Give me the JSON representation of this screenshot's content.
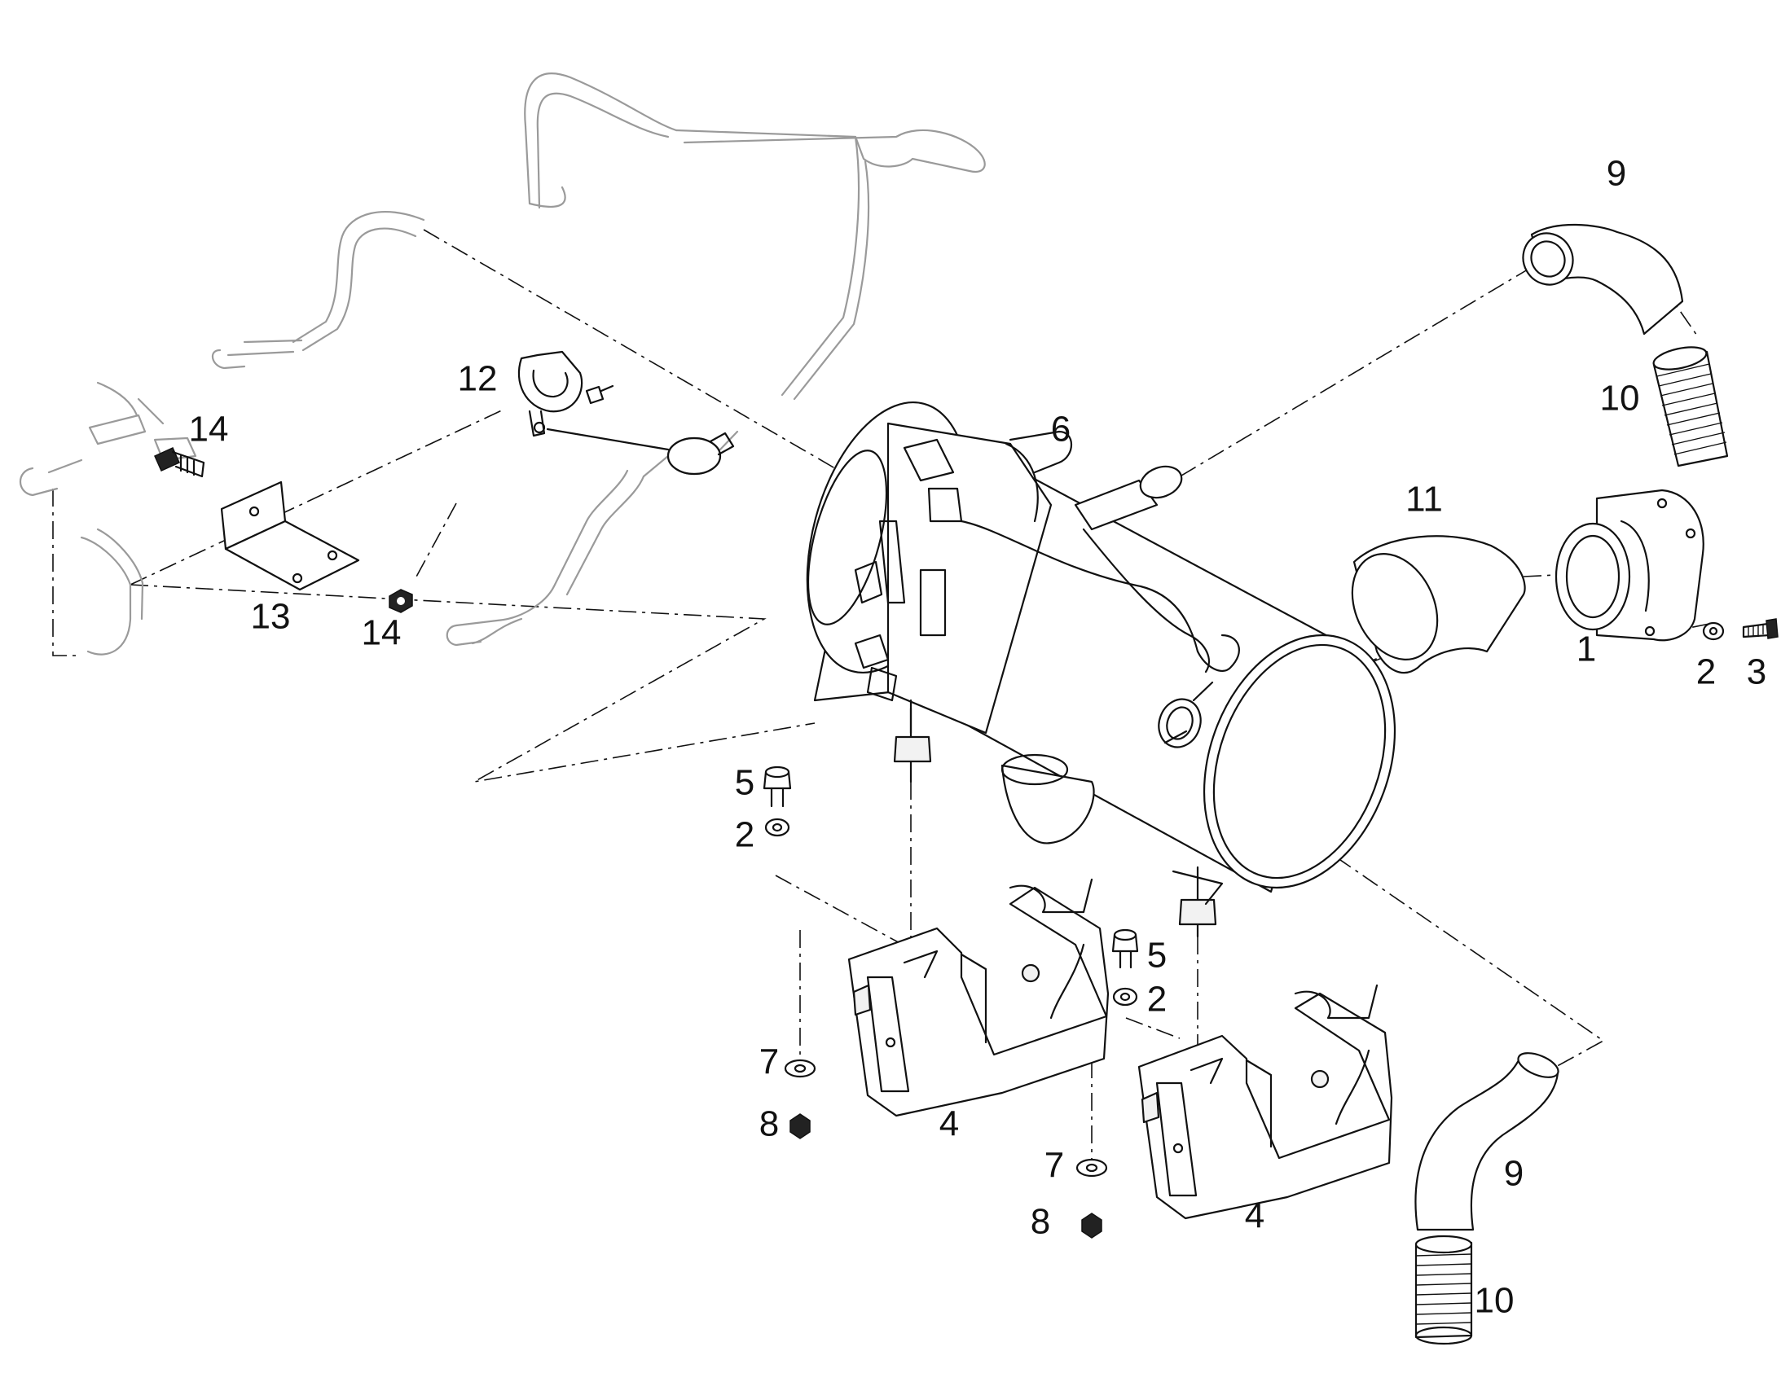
{
  "colors": {
    "line": "#111111",
    "ghost_line": "#9a9a9a",
    "background": "#ffffff"
  },
  "callouts": {
    "c1": "1",
    "c2a": "2",
    "c2b": "2",
    "c2c": "2",
    "c3": "3",
    "c4a": "4",
    "c4b": "4",
    "c5a": "5",
    "c5b": "5",
    "c6": "6",
    "c7a": "7",
    "c7b": "7",
    "c8a": "8",
    "c8b": "8",
    "c9a": "9",
    "c9b": "9",
    "c10a": "10",
    "c10b": "10",
    "c11": "11",
    "c12": "12",
    "c13": "13",
    "c14a": "14",
    "c14b": "14"
  }
}
